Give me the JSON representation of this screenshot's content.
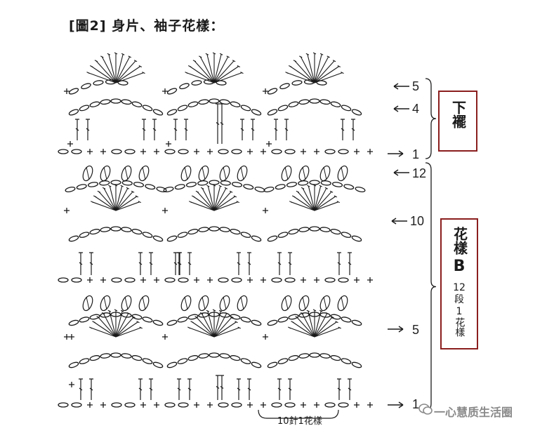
{
  "title": "[圖2] 身片、袖子花樣：",
  "row_labels": {
    "top_5": "5",
    "top_4": "4",
    "top_1": "1",
    "mid_12": "12",
    "mid_10": "10",
    "low_5": "5",
    "bottom_1": "1"
  },
  "section_hem": "下襬",
  "section_pattern": {
    "main": "花樣",
    "letter": "B",
    "note_num": "12",
    "note_1": "段",
    "note_2": "1",
    "note_3": "花樣"
  },
  "repeat_label": "10針1花樣",
  "watermark": "一心慧质生活圈",
  "colors": {
    "accent": "#8b1e1e",
    "ink": "#1a1a1a",
    "watermark": "#8a8a8a"
  }
}
